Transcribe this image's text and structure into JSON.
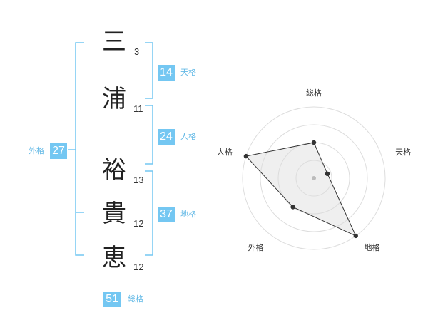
{
  "name": {
    "characters": [
      {
        "char": "三",
        "strokes": "3"
      },
      {
        "char": "浦",
        "strokes": "11"
      },
      {
        "char": "裕",
        "strokes": "13"
      },
      {
        "char": "貴",
        "strokes": "12"
      },
      {
        "char": "恵",
        "strokes": "12"
      }
    ]
  },
  "fortunes": {
    "tenkaku": {
      "value": "14",
      "label": "天格"
    },
    "jinkaku": {
      "value": "24",
      "label": "人格"
    },
    "chikaku": {
      "value": "37",
      "label": "地格"
    },
    "gaikaku": {
      "value": "27",
      "label": "外格"
    },
    "soukaku": {
      "value": "51",
      "label": "総格"
    }
  },
  "colors": {
    "accent": "#74c7f2",
    "bracket": "#74c7f2",
    "ring": "#dddddd",
    "fill": "#eeeeee"
  },
  "chart_data": {
    "type": "radar",
    "axes": [
      "総格",
      "天格",
      "地格",
      "外格",
      "人格"
    ],
    "values": [
      0.5,
      0.2,
      1.0,
      0.5,
      1.0
    ],
    "rings": 4
  }
}
